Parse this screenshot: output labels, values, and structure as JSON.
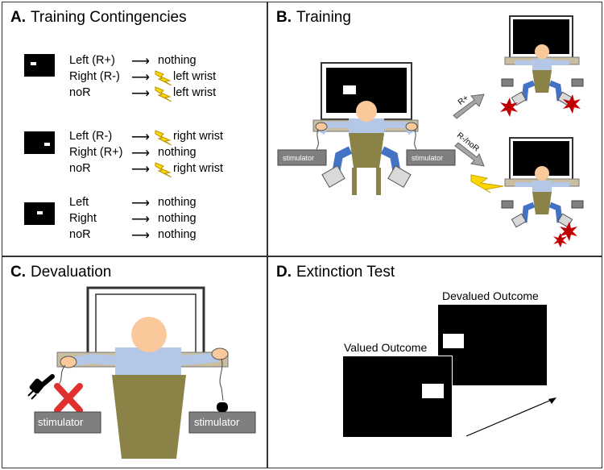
{
  "panels": {
    "a": {
      "letter": "A.",
      "title": "Training Contingencies"
    },
    "b": {
      "letter": "B.",
      "title": "Training"
    },
    "c": {
      "letter": "C.",
      "title": "Devaluation"
    },
    "d": {
      "letter": "D.",
      "title": "Extinction Test"
    }
  },
  "contingencies": [
    {
      "screen": "left",
      "rows": [
        {
          "response": "Left (R+)",
          "shock": false,
          "outcome": "nothing"
        },
        {
          "response": "Right (R-)",
          "shock": true,
          "outcome": "left wrist"
        },
        {
          "response": "noR",
          "shock": true,
          "outcome": "left wrist"
        }
      ]
    },
    {
      "screen": "right",
      "rows": [
        {
          "response": "Left (R-)",
          "shock": true,
          "outcome": "right wrist"
        },
        {
          "response": "Right (R+)",
          "shock": false,
          "outcome": "nothing"
        },
        {
          "response": "noR",
          "shock": true,
          "outcome": "right wrist"
        }
      ]
    },
    {
      "screen": "center",
      "rows": [
        {
          "response": "Left",
          "shock": false,
          "outcome": "nothing"
        },
        {
          "response": "Right",
          "shock": false,
          "outcome": "nothing"
        },
        {
          "response": "noR",
          "shock": false,
          "outcome": "nothing"
        }
      ]
    }
  ],
  "training": {
    "stimulator_label": "stimulator",
    "arrow_top_label": "R+",
    "arrow_bottom_label": "R-/noR"
  },
  "devaluation": {
    "stimulator_label": "stimulator"
  },
  "extinction": {
    "valued_label": "Valued Outcome",
    "devalued_label": "Devalued Outcome"
  },
  "colors": {
    "skin": "#f9c89b",
    "shirt": "#b4c7e7",
    "jeans": "#4472c4",
    "chair": "#8b8247",
    "desk": "#c9bfa0",
    "stimulator": "#7f7f7f",
    "bolt": "#ffd700",
    "star": "#c00000",
    "cross": "#e03030"
  }
}
